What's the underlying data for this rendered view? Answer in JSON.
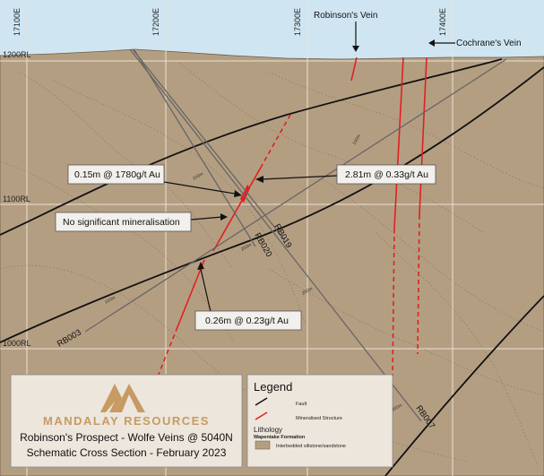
{
  "grid": {
    "eastings": [
      "17100E",
      "17200E",
      "17300E",
      "17400E"
    ],
    "rls": [
      "1200RL",
      "1100RL",
      "1000RL"
    ]
  },
  "veins": {
    "robinsons": "Robinson's Vein",
    "cochranes": "Cochrane's Vein"
  },
  "drillholes": {
    "rb003": "RB003",
    "rb007": "RB007",
    "rb019": "RB019",
    "rb020": "RB020"
  },
  "depth_marks": {
    "m100": "100m",
    "m200": "200m",
    "m300": "300m"
  },
  "intercepts": {
    "rb020": "0.15m @ 1780g/t Au",
    "rb019": "2.81m @ 0.33g/t Au",
    "rb020_nsm": "No significant mineralisation",
    "rb003": "0.26m @ 0.23g/t Au"
  },
  "title_block": {
    "company": "MANDALAY RESOURCES",
    "line1": "Robinson's Prospect - Wolfe Veins @ 5040N",
    "line2": "Schematic Cross Section - February 2023"
  },
  "legend": {
    "title": "Legend",
    "fault": "Fault",
    "mineralised": "Mineralised Structure",
    "lithology": "Lithology",
    "formation": "Wapentake Formation",
    "unit": "Interbedded siltstone/sandstone"
  },
  "colors": {
    "sky": "#cfe6f2",
    "rock": "#b49e82",
    "fault": "#111111",
    "mineralised": "#e02020",
    "drillhole": "#666666",
    "brand": "#c79a63"
  }
}
